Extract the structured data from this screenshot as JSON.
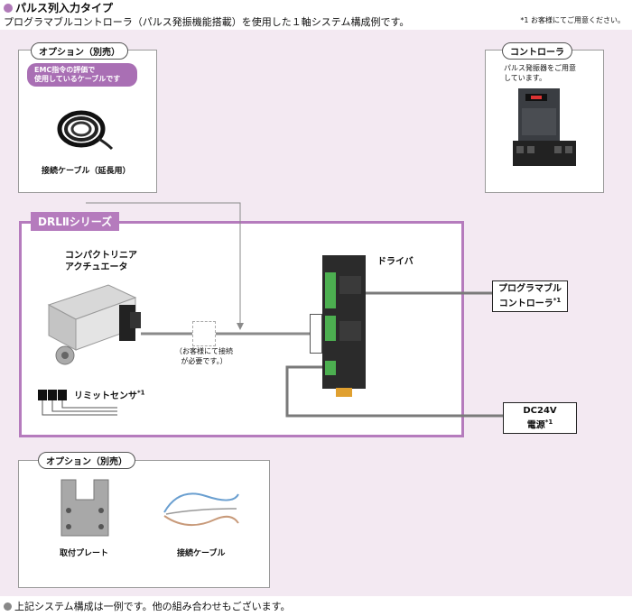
{
  "header": {
    "section_title": "パルス列入力タイプ",
    "subtitle": "プログラマブルコントローラ（パルス発振機能搭載）を使用した１軸システム構成例です。",
    "note": "*1 お客様にてご用意ください。"
  },
  "option_top": {
    "tab": "オプション（別売）",
    "emc_line1": "EMC指令の評価で",
    "emc_line2": "使用しているケーブルです",
    "cable_caption": "接続ケーブル（延長用）"
  },
  "controller_box": {
    "tab": "コントローラ",
    "desc_line1": "パルス発振器をご用意",
    "desc_line2": "しています。"
  },
  "drl": {
    "tab": "DRLⅡシリーズ",
    "actuator_line1": "コンパクトリニア",
    "actuator_line2": "アクチュエータ",
    "driver_label": "ドライバ",
    "connect_note_line1": "（お客様にて接続",
    "connect_note_line2": "が必要です。）",
    "limit_sensor": "リミットセンサ",
    "limit_sensor_note": "*1"
  },
  "plc_label": {
    "line1": "プログラマブル",
    "line2": "コントローラ",
    "note": "*1"
  },
  "power_label": {
    "line1": "DC24V",
    "line2": "電源",
    "note": "*1"
  },
  "option_bottom": {
    "tab": "オプション（別売）",
    "plate_caption": "取付プレート",
    "cable_caption": "接続ケーブル"
  },
  "footer": {
    "text": "上記システム構成は一例です。他の組み合わせもございます。"
  },
  "colors": {
    "accent": "#b57bbd",
    "background": "#f3e9f2",
    "wire": "#7a7a7a"
  }
}
